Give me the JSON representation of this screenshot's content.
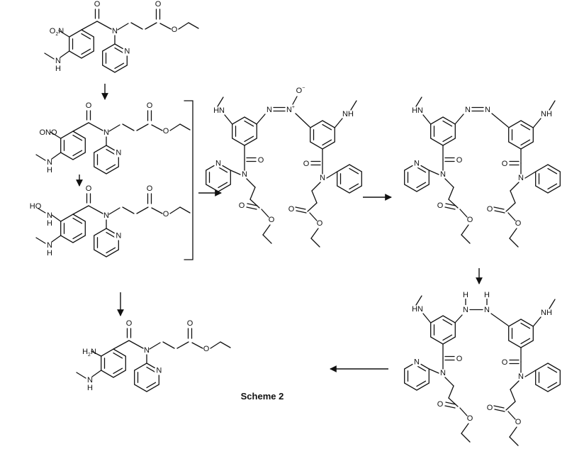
{
  "caption": "Scheme 2",
  "atoms": {
    "O": "O",
    "N": "N",
    "H": "H",
    "NH": "NH",
    "HN": "HN",
    "HO": "HO",
    "ONO": "ONO",
    "sub2": "2",
    "plus": "+",
    "minus": "−"
  }
}
